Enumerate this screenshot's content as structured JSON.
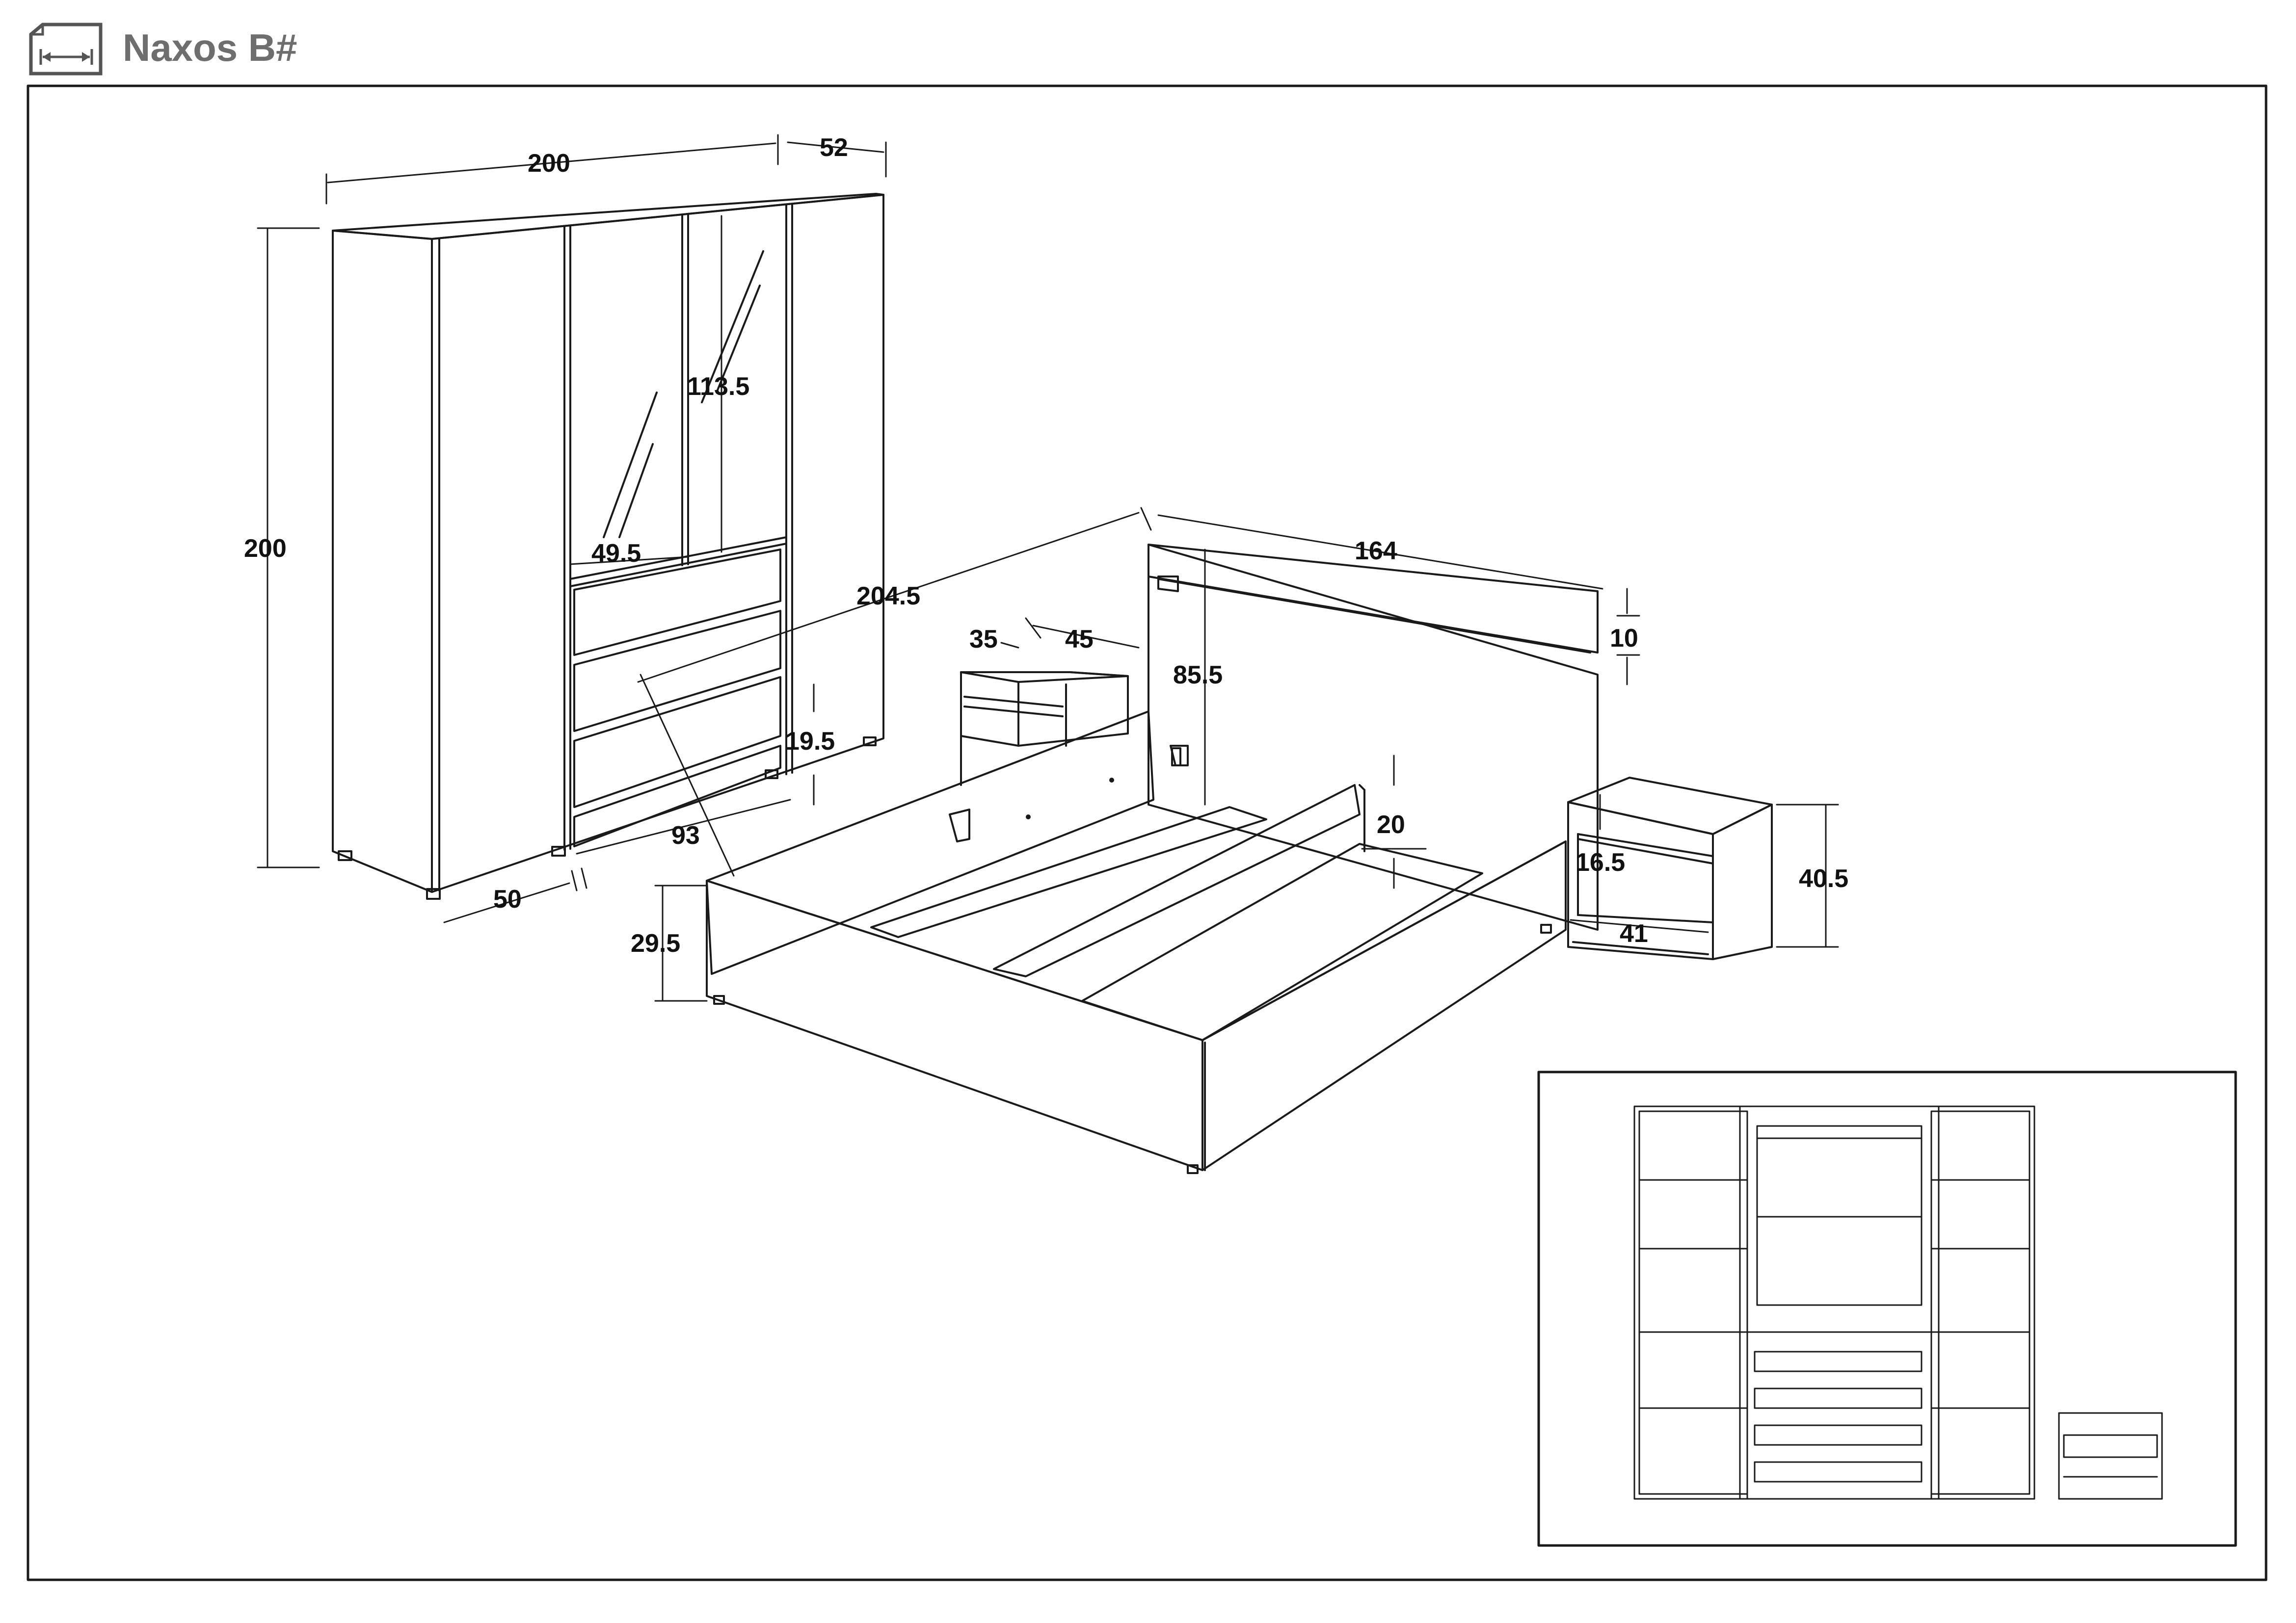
{
  "header": {
    "title": "Naxos B#",
    "icon": "width-dimension-icon"
  },
  "dimensions": {
    "wardrobe_width": "200",
    "wardrobe_depth": "52",
    "wardrobe_height": "200",
    "mirror_height": "113.5",
    "mirror_width": "49.5",
    "drawer_height": "19.5",
    "drawer_width": "93",
    "drawer_depth": "50",
    "bed_length": "204.5",
    "bed_width": "164",
    "headboard_height": "85.5",
    "headboard_band": "10",
    "side_rail": "20",
    "bed_frame_height": "29.5",
    "nightstand_left_depth": "35",
    "nightstand_left_width": "45",
    "nightstand_drawer": "16.5",
    "nightstand_height": "40.5",
    "nightstand_width": "41"
  },
  "colors": {
    "line": "#1a1a1a",
    "title": "#6e6e6e",
    "background": "#ffffff"
  }
}
